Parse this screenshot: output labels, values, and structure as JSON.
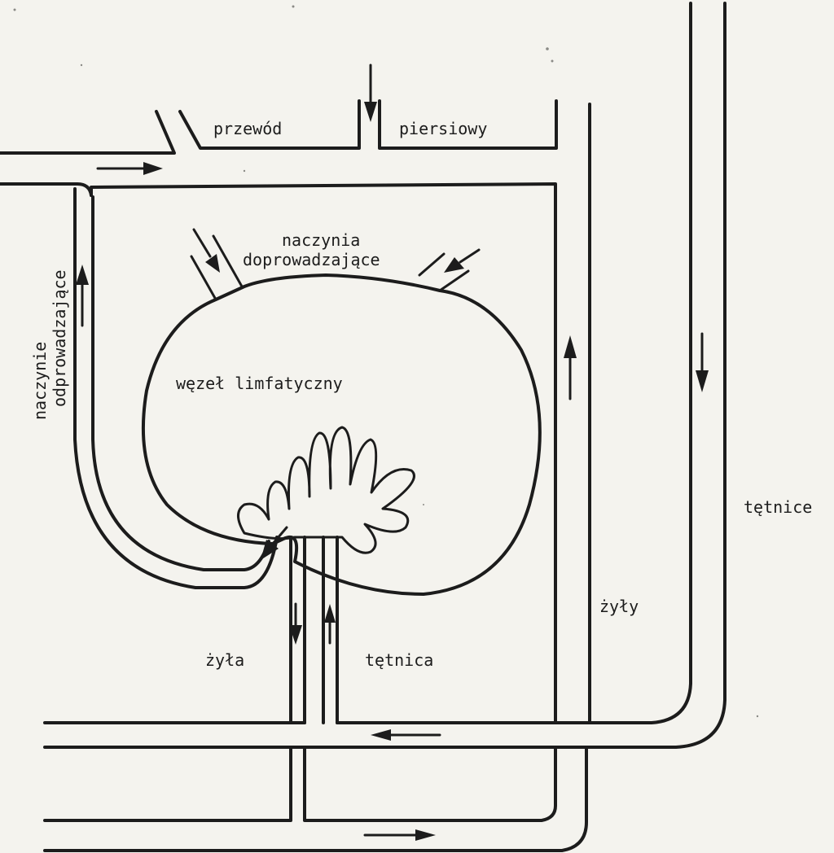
{
  "labels": {
    "duct_left": "przewód",
    "duct_right": "piersiowy",
    "afferent_top_line1": "naczynia",
    "afferent_top_line2": "doprowadzające",
    "efferent_line1": "naczynie",
    "efferent_line2": "odprowadzające",
    "node": "węzeł limfatyczny",
    "vein": "żyła",
    "artery": "tętnica",
    "veins": "żyły",
    "arteries": "tętnice"
  },
  "colors": {
    "ink": "#1c1c1c",
    "paper": "#f4f3ee"
  }
}
